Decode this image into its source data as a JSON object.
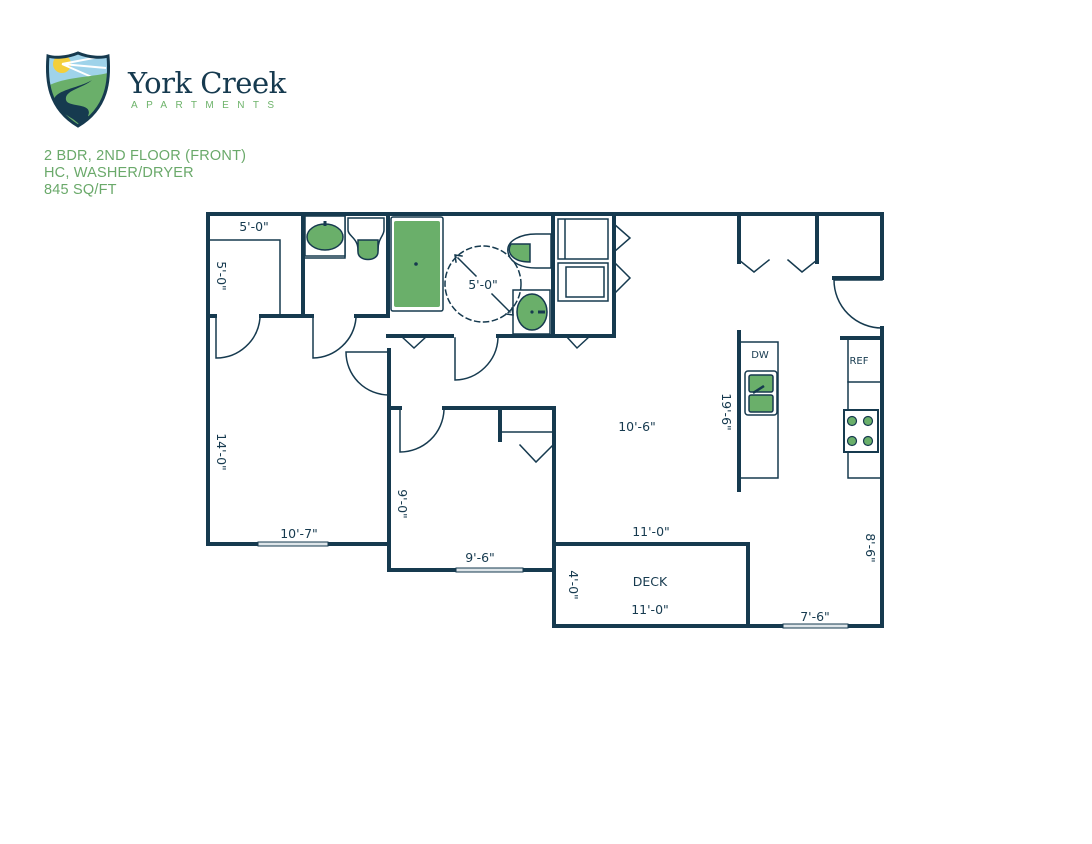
{
  "brand": {
    "name": "York Creek",
    "subtitle": "APARTMENTS",
    "logo_icon": "shield-landscape-logo"
  },
  "unit": {
    "line1": "2 BDR, 2ND FLOOR (FRONT)",
    "line2": "HC, WASHER/DRYER",
    "line3": "845 SQ/FT"
  },
  "colors": {
    "wall": "#163a4f",
    "fixture_green": "#6aaf6a",
    "text_green": "#6aa96a"
  },
  "plan": {
    "dimensions": {
      "closet_width": "5'-0\"",
      "closet_depth": "5'-0\"",
      "turning_radius": "5'-0\"",
      "bedroom1_depth": "14'-0\"",
      "bedroom1_width": "10'-7\"",
      "bedroom2_depth": "9'-0\"",
      "bedroom2_width": "9'-6\"",
      "living_width": "10'-6\"",
      "kitchen_length": "19'-6\"",
      "dining_width": "11'-0\"",
      "dining_depth": "8'-6\"",
      "dining_window": "7'-6\"",
      "deck_depth": "4'-0\"",
      "deck_width": "11'-0\""
    },
    "labels": {
      "deck": "DECK",
      "dishwasher": "DW",
      "refrigerator": "REF"
    }
  }
}
